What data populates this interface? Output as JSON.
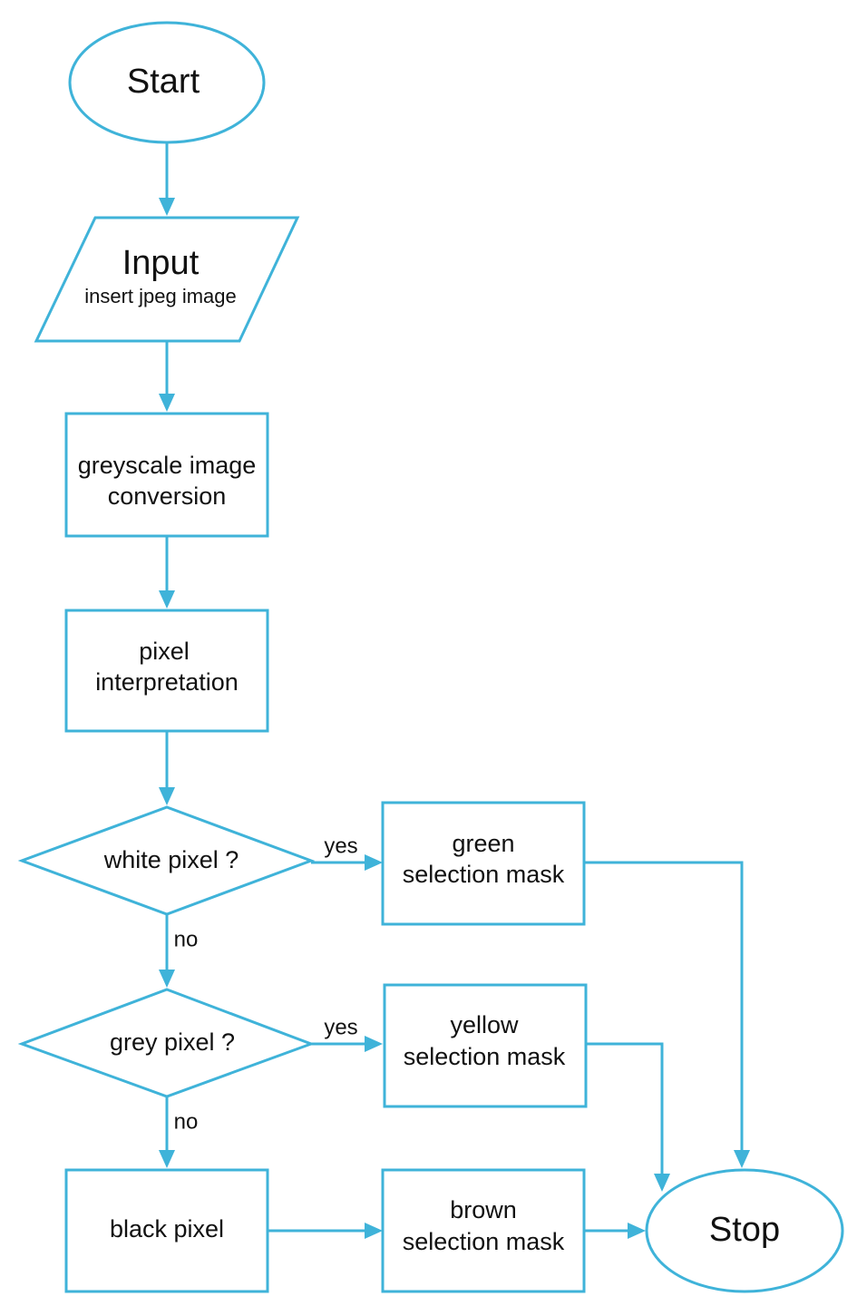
{
  "colors": {
    "stroke": "#3fb3d9",
    "text": "#111111",
    "background": "#ffffff"
  },
  "nodes": {
    "start": {
      "label": "Start"
    },
    "input": {
      "title": "Input",
      "subtitle": "insert jpeg image"
    },
    "greyscale": {
      "line1": "greyscale image",
      "line2": "conversion"
    },
    "pixel_interp": {
      "line1": "pixel",
      "line2": "interpretation"
    },
    "white_decision": {
      "label": "white pixel ?"
    },
    "grey_decision": {
      "label": "grey pixel ?"
    },
    "black_pixel": {
      "label": "black pixel"
    },
    "green_mask": {
      "line1": "green",
      "line2": "selection mask"
    },
    "yellow_mask": {
      "line1": "yellow",
      "line2": "selection mask"
    },
    "brown_mask": {
      "line1": "brown",
      "line2": "selection mask"
    },
    "stop": {
      "label": "Stop"
    }
  },
  "edges": {
    "white_yes": "yes",
    "white_no": "no",
    "grey_yes": "yes",
    "grey_no": "no"
  }
}
